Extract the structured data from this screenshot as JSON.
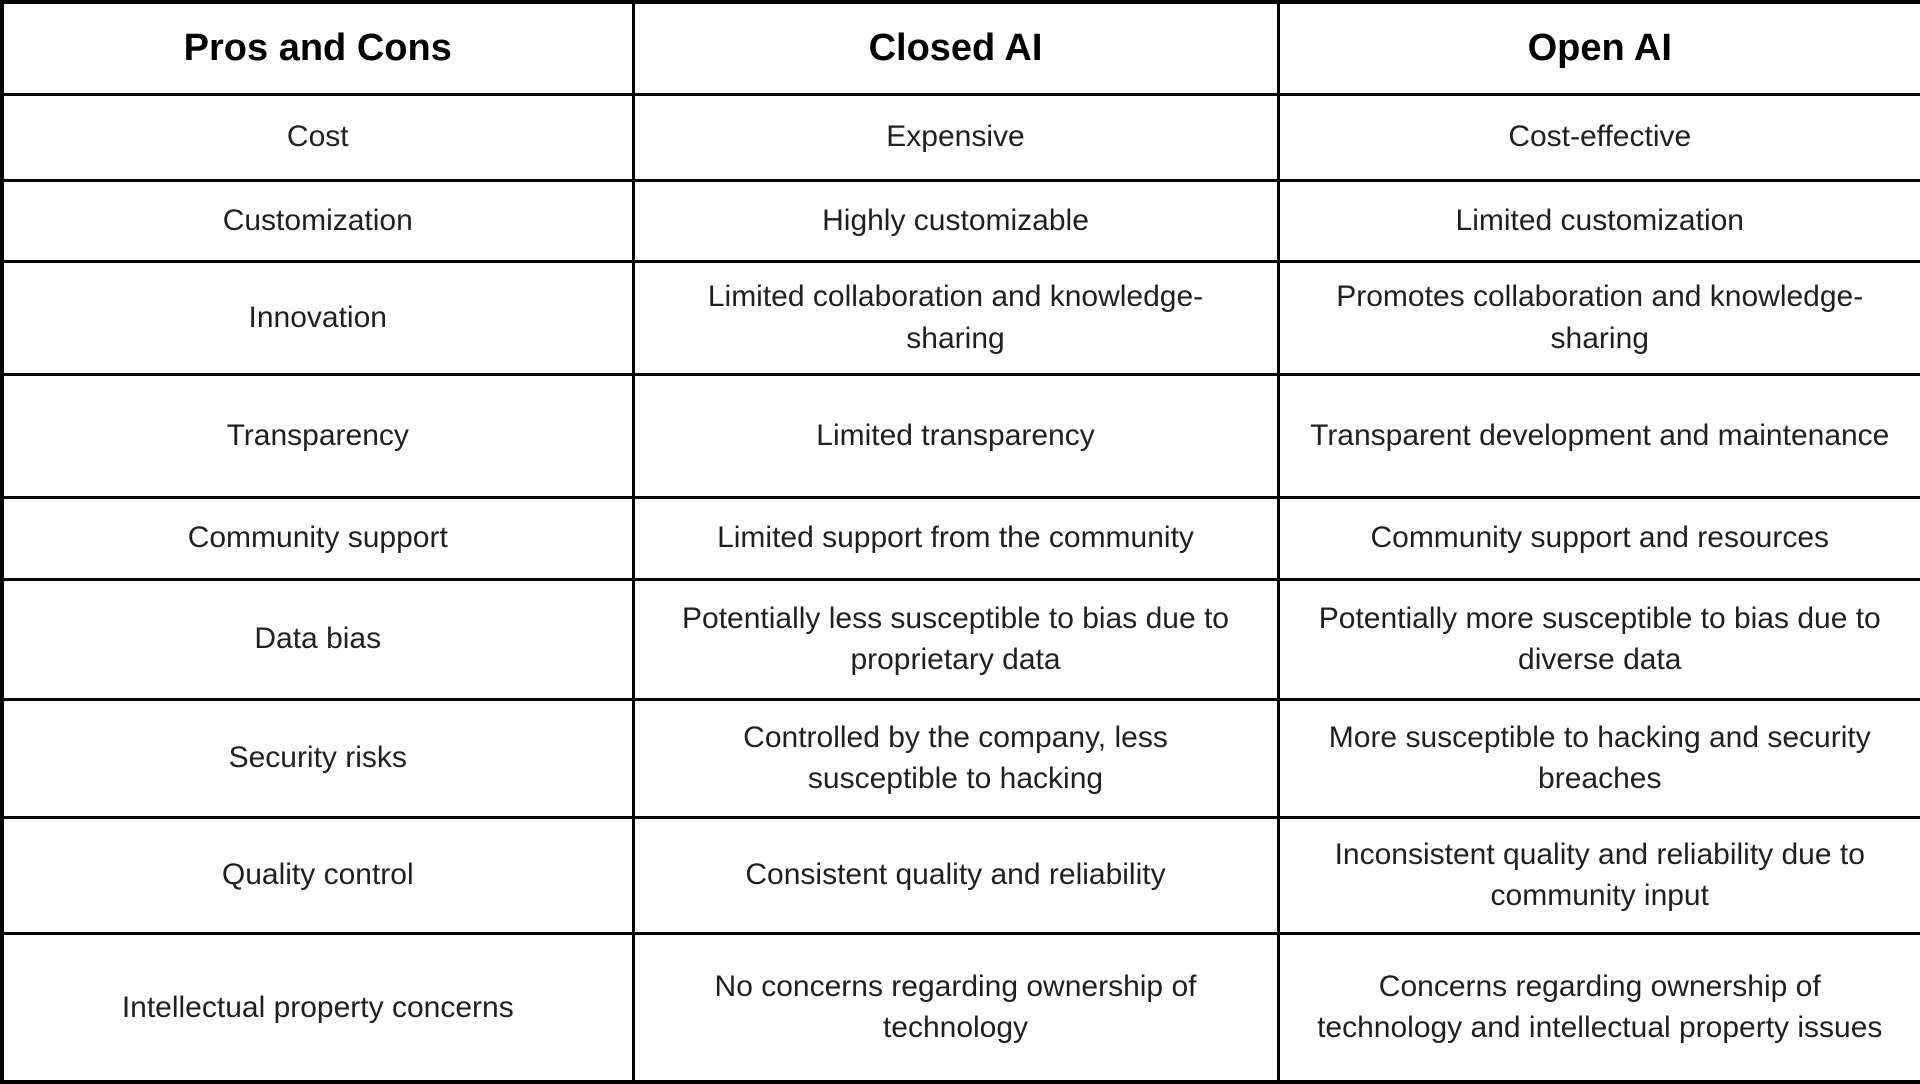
{
  "table": {
    "headers": [
      "Pros and Cons",
      "Closed AI",
      "Open AI"
    ],
    "rows": [
      [
        "Cost",
        "Expensive",
        "Cost-effective"
      ],
      [
        "Customization",
        "Highly customizable",
        "Limited customization"
      ],
      [
        "Innovation",
        "Limited collaboration and knowledge-sharing",
        "Promotes collaboration and knowledge-sharing"
      ],
      [
        "Transparency",
        "Limited transparency",
        "Transparent development and maintenance"
      ],
      [
        "Community support",
        "Limited support from the community",
        "Community support and resources"
      ],
      [
        "Data bias",
        "Potentially less susceptible to bias due to proprietary data",
        "Potentially more susceptible to bias due to diverse data"
      ],
      [
        "Security risks",
        "Controlled by the company, less susceptible to hacking",
        "More susceptible to hacking and security breaches"
      ],
      [
        "Quality control",
        "Consistent quality and reliability",
        "Inconsistent quality and reliability due to community input"
      ],
      [
        "Intellectual property concerns",
        "No concerns regarding ownership of technology",
        "Concerns regarding ownership of technology and intellectual property issues"
      ]
    ]
  },
  "colors": {
    "border": "#000000",
    "text": "#1f1f1f",
    "header_text": "#000000",
    "background": "#ffffff"
  }
}
